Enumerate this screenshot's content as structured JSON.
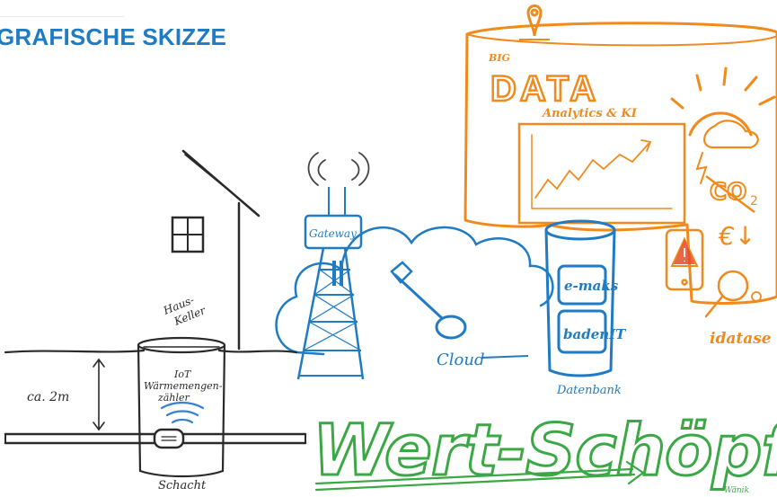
{
  "title": "GRAFISCHE SKIZZE",
  "labels": {
    "haus_keller_1": "Haus-",
    "haus_keller_2": "Keller",
    "depth": "ca. 2m",
    "iot_1": "IoT",
    "iot_2": "Wärmemengen-",
    "iot_3": "zähler",
    "shaft": "Schacht",
    "gateway": "Gateway",
    "cloud": "Cloud",
    "emaks": "e-maks",
    "badenit": "badenIT",
    "database": "Datenbank",
    "big": "BIG",
    "data": "DATA",
    "analytics": "Analytics & KI",
    "co2": "CO",
    "co2_sub": "2",
    "euro": "€↓",
    "idatase": "idatase",
    "wert": "Wert-Schöpfung",
    "signature": "Wänik"
  },
  "colors": {
    "blue": "#1f7bc4",
    "orange": "#f08a1c",
    "green": "#3aa844",
    "ink": "#2a2a2a",
    "sky": "#3b7fd0"
  },
  "icons": [
    "house-icon",
    "pipe-icon",
    "wifi-icon",
    "gateway-tower-icon",
    "cloud-icon",
    "key-icon",
    "database-icon",
    "tablet-icon",
    "sun-icon",
    "warning-icon",
    "magnifier-icon",
    "map-pin-icon"
  ]
}
